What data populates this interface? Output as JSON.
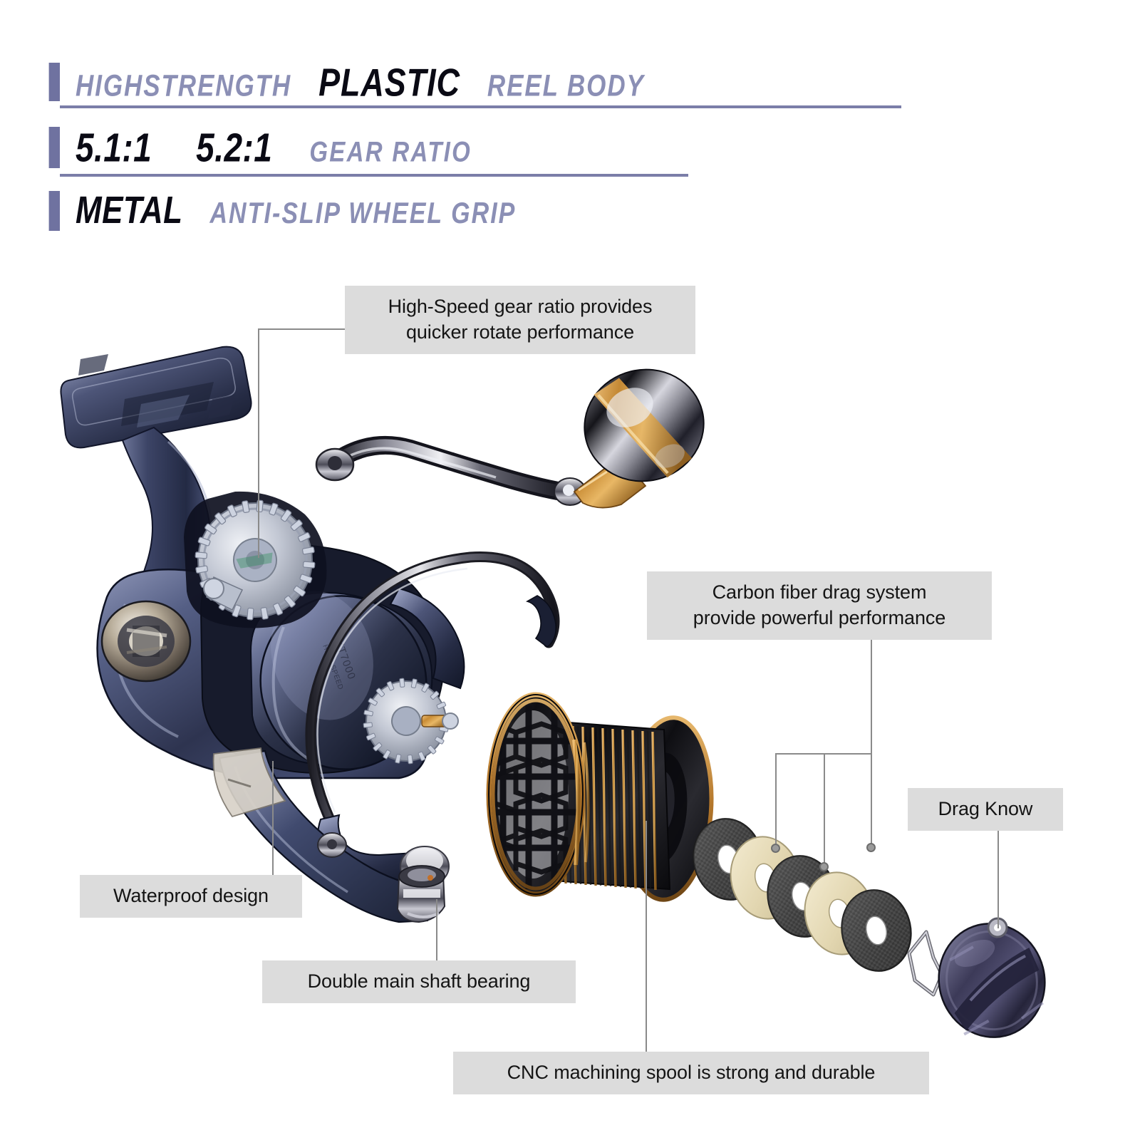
{
  "header": {
    "rows": [
      {
        "id": "reel-body",
        "part1": "HIGHSTRENGTH",
        "part2": "PLASTIC",
        "part3": "REEL BODY"
      },
      {
        "id": "gear-ratio",
        "part1": "5.1:1",
        "part2": "5.2:1",
        "part3": "GEAR RATIO"
      },
      {
        "id": "wheel-grip",
        "part1": "METAL",
        "part2": "ANTI-SLIP WHEEL GRIP"
      }
    ]
  },
  "callouts": {
    "gear_ratio": "High-Speed gear ratio provides\nquicker rotate performance",
    "gear_ratio_line1": "High-Speed gear ratio provides",
    "gear_ratio_line2": "quicker rotate performance",
    "carbon_drag_line1": "Carbon fiber drag system",
    "carbon_drag_line2": "provide powerful performance",
    "waterproof": "Waterproof design",
    "double_bearing": "Double main shaft bearing",
    "cnc_spool": "CNC machining spool is strong and durable",
    "drag_knob": "Drag Know"
  },
  "colors": {
    "accent_bar": "#6f72a0",
    "accent_text": "#8b8fb5",
    "emphasis_text": "#0a0a14",
    "callout_bg": "#dcdcdc",
    "callout_text": "#141414",
    "leader_line": "#8a8a8a",
    "reel_body": "#3c4463",
    "spool_black": "#1a1a1a",
    "spool_gold": "#c8883c",
    "washer_carbon": "#4a4a4a",
    "washer_felt": "#e8dfc0",
    "background": "#ffffff"
  },
  "parts": {
    "handle_knob": "handle-knob",
    "handle_arm": "handle-arm",
    "reel_body": "reel-body",
    "rotor": "rotor",
    "bail_wire": "bail-wire",
    "main_gear": "main-gear",
    "spool": "spool",
    "drag_washers_count": 5,
    "drag_knob": "drag-knob",
    "spool_clip": "spool-clip"
  }
}
